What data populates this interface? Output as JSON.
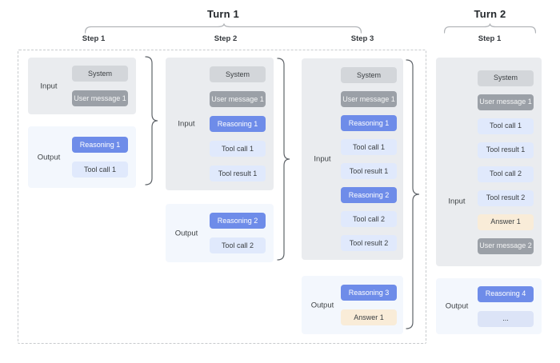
{
  "turn1": {
    "label": "Turn 1",
    "steps": [
      "Step 1",
      "Step 2",
      "Step 3"
    ]
  },
  "turn2": {
    "label": "Turn 2",
    "steps": [
      "Step 1"
    ]
  },
  "labels": {
    "input": "Input",
    "output": "Output"
  },
  "columns": [
    {
      "turn": "Turn 1",
      "step": "Step 1",
      "input": [
        {
          "label": "System",
          "kind": "system"
        },
        {
          "label": "User message 1",
          "kind": "user"
        }
      ],
      "output": [
        {
          "label": "Reasoning 1",
          "kind": "reasoning"
        },
        {
          "label": "Tool call 1",
          "kind": "tool"
        }
      ]
    },
    {
      "turn": "Turn 1",
      "step": "Step 2",
      "input": [
        {
          "label": "System",
          "kind": "system"
        },
        {
          "label": "User message 1",
          "kind": "user"
        },
        {
          "label": "Reasoning 1",
          "kind": "reasoning"
        },
        {
          "label": "Tool call 1",
          "kind": "tool"
        },
        {
          "label": "Tool result 1",
          "kind": "tool"
        }
      ],
      "output": [
        {
          "label": "Reasoning 2",
          "kind": "reasoning"
        },
        {
          "label": "Tool call 2",
          "kind": "tool"
        }
      ]
    },
    {
      "turn": "Turn 1",
      "step": "Step 3",
      "input": [
        {
          "label": "System",
          "kind": "system"
        },
        {
          "label": "User message 1",
          "kind": "user"
        },
        {
          "label": "Reasoning 1",
          "kind": "reasoning"
        },
        {
          "label": "Tool call 1",
          "kind": "tool"
        },
        {
          "label": "Tool result 1",
          "kind": "tool"
        },
        {
          "label": "Reasoning 2",
          "kind": "reasoning"
        },
        {
          "label": "Tool call 2",
          "kind": "tool"
        },
        {
          "label": "Tool result 2",
          "kind": "tool"
        }
      ],
      "output": [
        {
          "label": "Reasoning 3",
          "kind": "reasoning"
        },
        {
          "label": "Answer 1",
          "kind": "answer"
        }
      ]
    },
    {
      "turn": "Turn 2",
      "step": "Step 1",
      "input": [
        {
          "label": "System",
          "kind": "system"
        },
        {
          "label": "User message 1",
          "kind": "user"
        },
        {
          "label": "Tool call 1",
          "kind": "tool"
        },
        {
          "label": "Tool result 1",
          "kind": "tool"
        },
        {
          "label": "Tool call 2",
          "kind": "tool"
        },
        {
          "label": "Tool result 2",
          "kind": "tool"
        },
        {
          "label": "Answer 1",
          "kind": "answer"
        },
        {
          "label": "User message 2",
          "kind": "user"
        }
      ],
      "output": [
        {
          "label": "Reasoning 4",
          "kind": "reasoning"
        },
        {
          "label": "...",
          "kind": "ellipsis"
        }
      ]
    }
  ],
  "colors": {
    "reasoning": "#6e8ce9",
    "user-message": "#9ba0a7",
    "system": "#d3d6da",
    "tool": "#e0e9fc",
    "answer": "#f9ecd8",
    "ellipsis": "#dce4f7",
    "panel-input": "#eaecef",
    "panel-output": "#f3f7fd",
    "box-text": "#3c4043",
    "brace-v": "#5f6469",
    "brace-h": "#b2b5b9",
    "border-dashed": "#c7cacd"
  }
}
